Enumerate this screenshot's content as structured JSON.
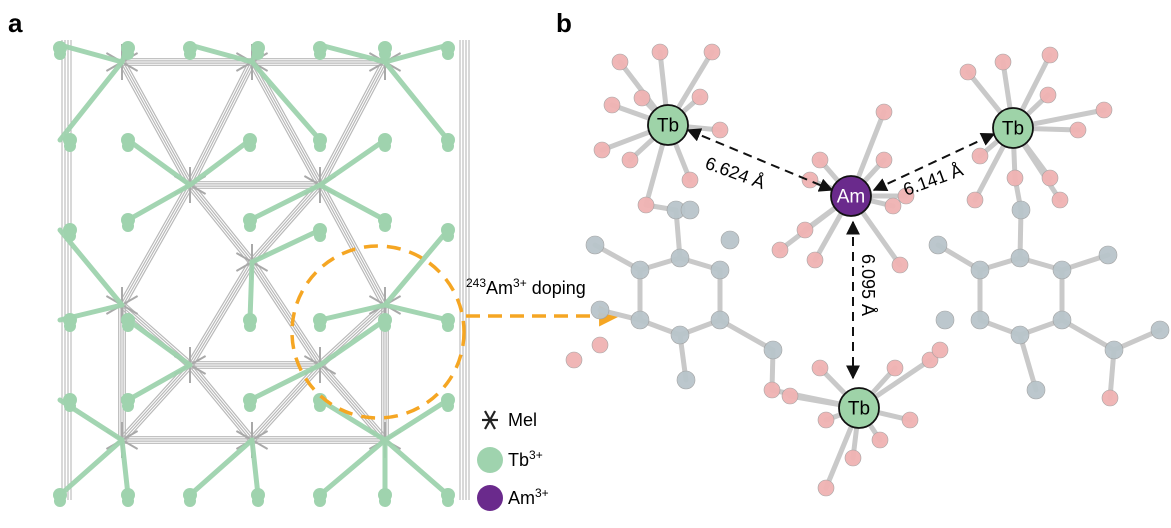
{
  "panels": {
    "a": "a",
    "b": "b"
  },
  "doping": {
    "prefix": "243",
    "element": "Am",
    "charge": "3+",
    "suffix": " doping"
  },
  "atoms": {
    "tb": "Tb",
    "am": "Am"
  },
  "distances": {
    "d1": "6.624 Å",
    "d2": "6.141 Å",
    "d3": "6.095 Å"
  },
  "legend": [
    {
      "label": "Mel",
      "sup": "",
      "icon": "asterisk-icon"
    },
    {
      "label": "Tb",
      "sup": "3+",
      "icon": "green-circle-icon",
      "color": "#9fd3ae"
    },
    {
      "label": "Am",
      "sup": "3+",
      "icon": "purple-circle-icon",
      "color": "#6a2a8c"
    }
  ],
  "colors": {
    "tb": "#9fd3ae",
    "tb_fill": "#9ed3a8",
    "am": "#6a2a8c",
    "framework": "#b9b9b9",
    "oxygen": "#f0b3b3",
    "carbon": "#b9c5cb",
    "highlight": "#f5a623"
  }
}
